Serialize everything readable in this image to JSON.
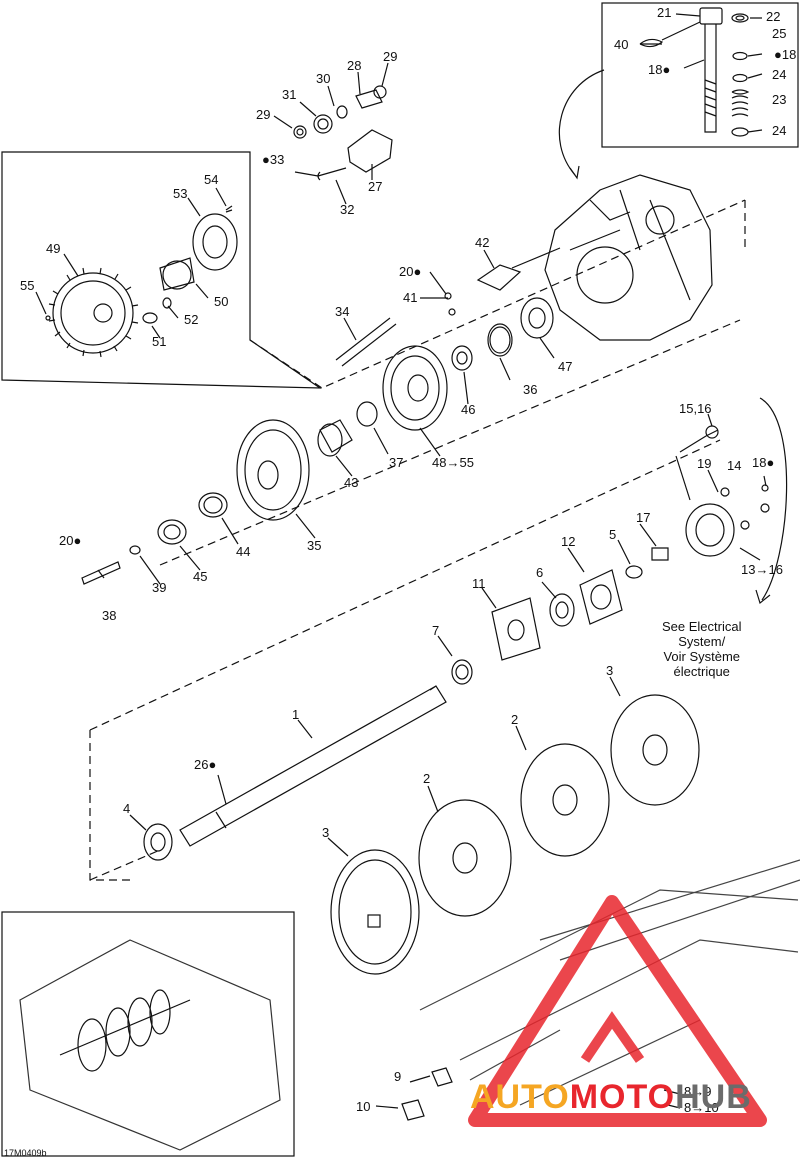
{
  "diagram": {
    "type": "exploded-parts-diagram",
    "reference_code": "17M0409b",
    "see_note": [
      "See Electrical",
      "System/",
      "Voir Système",
      "électrique"
    ],
    "oil_symbol": "drop-icon",
    "callouts": [
      {
        "id": "c21",
        "text": "21"
      },
      {
        "id": "c22",
        "text": "22"
      },
      {
        "id": "c40",
        "text": "40"
      },
      {
        "id": "c25",
        "text": "25"
      },
      {
        "id": "c18a",
        "text": "18"
      },
      {
        "id": "c18b",
        "text": "18"
      },
      {
        "id": "c24a",
        "text": "24"
      },
      {
        "id": "c23",
        "text": "23"
      },
      {
        "id": "c24b",
        "text": "24"
      },
      {
        "id": "c29a",
        "text": "29"
      },
      {
        "id": "c28",
        "text": "28"
      },
      {
        "id": "c30",
        "text": "30"
      },
      {
        "id": "c31",
        "text": "31"
      },
      {
        "id": "c29b",
        "text": "29"
      },
      {
        "id": "c33",
        "text": "33"
      },
      {
        "id": "c27",
        "text": "27"
      },
      {
        "id": "c32",
        "text": "32"
      },
      {
        "id": "c54",
        "text": "54"
      },
      {
        "id": "c53",
        "text": "53"
      },
      {
        "id": "c49",
        "text": "49"
      },
      {
        "id": "c55",
        "text": "55"
      },
      {
        "id": "c50",
        "text": "50"
      },
      {
        "id": "c52",
        "text": "52"
      },
      {
        "id": "c51",
        "text": "51"
      },
      {
        "id": "c42",
        "text": "42"
      },
      {
        "id": "c20a",
        "text": "20"
      },
      {
        "id": "c41",
        "text": "41"
      },
      {
        "id": "c34",
        "text": "34"
      },
      {
        "id": "c47",
        "text": "47"
      },
      {
        "id": "c36",
        "text": "36"
      },
      {
        "id": "c46",
        "text": "46"
      },
      {
        "id": "c37",
        "text": "37"
      },
      {
        "id": "c48",
        "text": "48→55"
      },
      {
        "id": "c43",
        "text": "43"
      },
      {
        "id": "c35",
        "text": "35"
      },
      {
        "id": "c44",
        "text": "44"
      },
      {
        "id": "c45",
        "text": "45"
      },
      {
        "id": "c20b",
        "text": "20"
      },
      {
        "id": "c39",
        "text": "39"
      },
      {
        "id": "c38",
        "text": "38"
      },
      {
        "id": "c15",
        "text": "15,16"
      },
      {
        "id": "c14",
        "text": "14"
      },
      {
        "id": "c19",
        "text": "19"
      },
      {
        "id": "c18c",
        "text": "18"
      },
      {
        "id": "c13",
        "text": "13→16"
      },
      {
        "id": "c17",
        "text": "17"
      },
      {
        "id": "c5",
        "text": "5"
      },
      {
        "id": "c12",
        "text": "12"
      },
      {
        "id": "c6",
        "text": "6"
      },
      {
        "id": "c11",
        "text": "11"
      },
      {
        "id": "c7",
        "text": "7"
      },
      {
        "id": "c1",
        "text": "1"
      },
      {
        "id": "c26",
        "text": "26"
      },
      {
        "id": "c4",
        "text": "4"
      },
      {
        "id": "c3a",
        "text": "3"
      },
      {
        "id": "c2a",
        "text": "2"
      },
      {
        "id": "c2b",
        "text": "2"
      },
      {
        "id": "c3b",
        "text": "3"
      },
      {
        "id": "c9",
        "text": "9"
      },
      {
        "id": "c10",
        "text": "10"
      },
      {
        "id": "c89",
        "text": "8→9"
      },
      {
        "id": "c810",
        "text": "8→10"
      }
    ]
  },
  "watermark": {
    "part1": "AUTO",
    "part2": "MOTO",
    "part3": "HUB",
    "color_orange": "#f5a623",
    "color_red": "#e8262d",
    "color_grey": "#6b6b6b"
  }
}
